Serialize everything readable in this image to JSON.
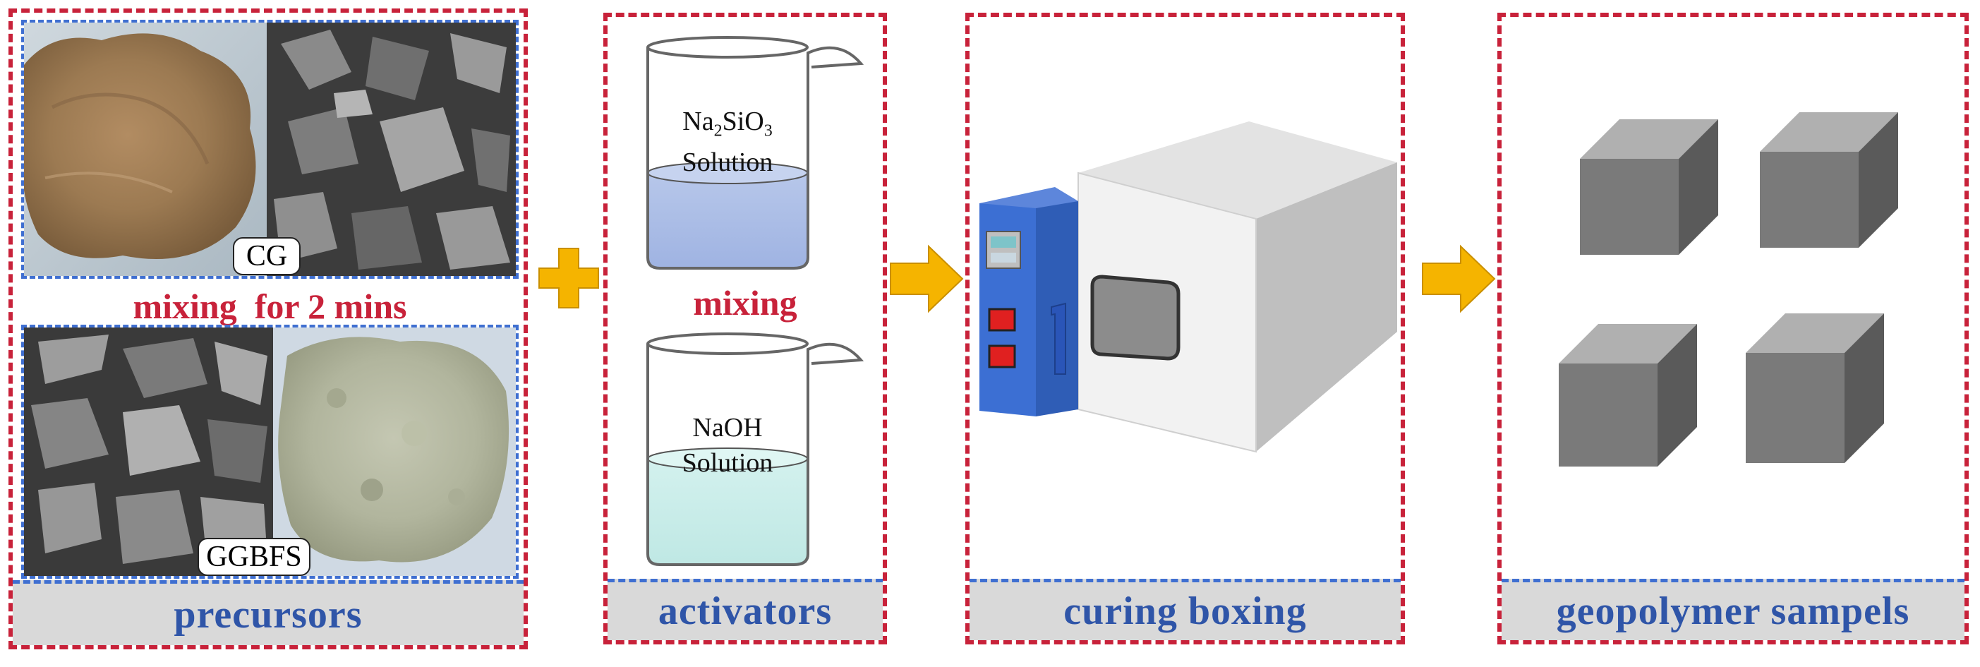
{
  "precursors": {
    "cg_label": "CG",
    "mixing_label": "mixing  for 2 mins",
    "ggbfs_label": "GGBFS",
    "footer": "precursors"
  },
  "activators": {
    "beaker1_chemical_base": "Na",
    "beaker1_chemical_sub1": "2",
    "beaker1_chemical_mid": "SiO",
    "beaker1_chemical_sub2": "3",
    "beaker1_solution": "Solution",
    "mixing_label": "mixing",
    "beaker2_chemical": "NaOH",
    "beaker2_solution": "Solution",
    "footer": "activators"
  },
  "curing": {
    "footer": "curing boxing"
  },
  "samples": {
    "footer": "geopolymer sampels"
  },
  "colors": {
    "frame_red": "#c8223a",
    "frame_blue": "#3f6fd1",
    "footer_gray": "#d9d9d9",
    "footer_text": "#2f55a8",
    "plus_orange": "#f5b400",
    "arrow_orange": "#f5b400",
    "oven_blue": "#3c6fd3",
    "cube_gray": "#7a7a7a"
  },
  "icons": [
    "plus-icon",
    "arrow-right-icon",
    "beaker-icon",
    "oven-icon",
    "cube-icon"
  ]
}
